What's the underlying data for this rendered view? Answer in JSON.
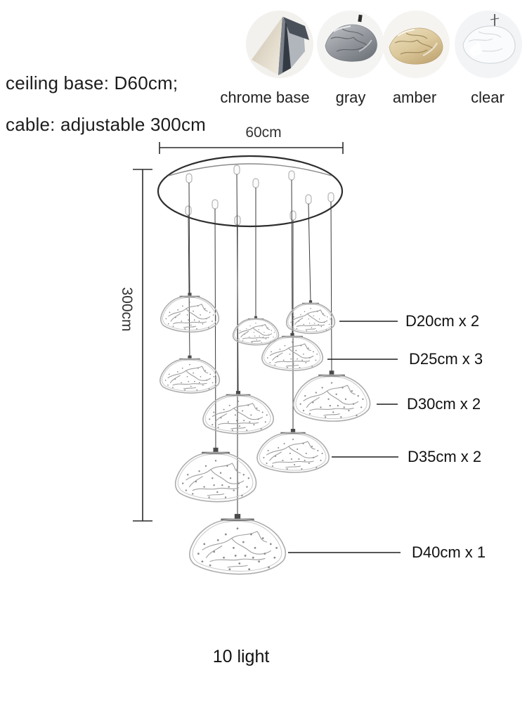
{
  "specs": {
    "line1": "ceiling base: D60cm;",
    "line2": "cable: adjustable 300cm"
  },
  "swatches": [
    {
      "label": "chrome base"
    },
    {
      "label": "gray"
    },
    {
      "label": "amber"
    },
    {
      "label": "clear"
    }
  ],
  "dimensions": {
    "ceiling_base_width": "60cm",
    "drop_height": "300cm"
  },
  "pendant_labels": [
    {
      "text": "D20cm x 2"
    },
    {
      "text": "D25cm x 3"
    },
    {
      "text": "D30cm x 2"
    },
    {
      "text": "D35cm x 2"
    },
    {
      "text": "D40cm x 1"
    }
  ],
  "footer": {
    "count_label": "10 light"
  },
  "colors": {
    "text": "#1a1a1a",
    "line": "#2b2b2b",
    "sketch": "#adadad",
    "chrome_dark": "#333a43",
    "gray_glass": "#8d9298",
    "amber_glass": "#d8c49a",
    "clear_glass": "#fafbfc"
  }
}
